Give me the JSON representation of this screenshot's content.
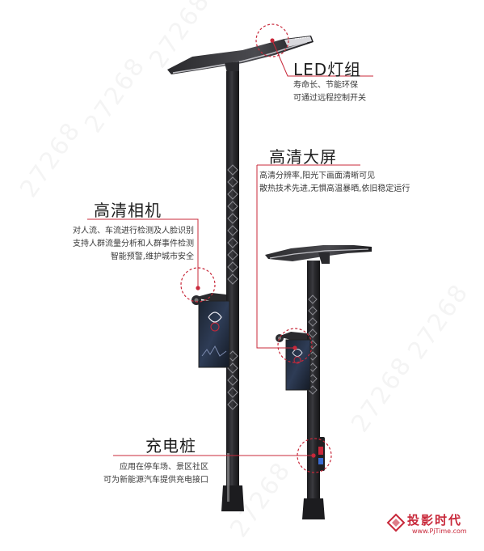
{
  "watermark": {
    "text": "27268"
  },
  "features": [
    {
      "id": "led",
      "title": "LED灯组",
      "lines": [
        "寿命长、节能环保",
        "可通过远程控制开关"
      ]
    },
    {
      "id": "screen",
      "title": "高清大屏",
      "lines": [
        "高清分辨率,阳光下画面清晰可见",
        "散热技术先进,无惧高温暴晒,依旧稳定运行"
      ]
    },
    {
      "id": "camera",
      "title": "高清相机",
      "lines": [
        "对人流、车流进行检测及人脸识别",
        "支持人群流量分析和人群事件检测",
        "智能预警,维护城市安全"
      ]
    },
    {
      "id": "charger",
      "title": "充电桩",
      "lines": [
        "应用在停车场、景区社区",
        "可为新能源汽车提供充电接口"
      ]
    }
  ],
  "logo": {
    "name": "投影时代",
    "url": "www.PjTime.com"
  },
  "colors": {
    "accent": "#c8283a",
    "pole": "#2a2a2e",
    "text": "#1e1e1e"
  }
}
